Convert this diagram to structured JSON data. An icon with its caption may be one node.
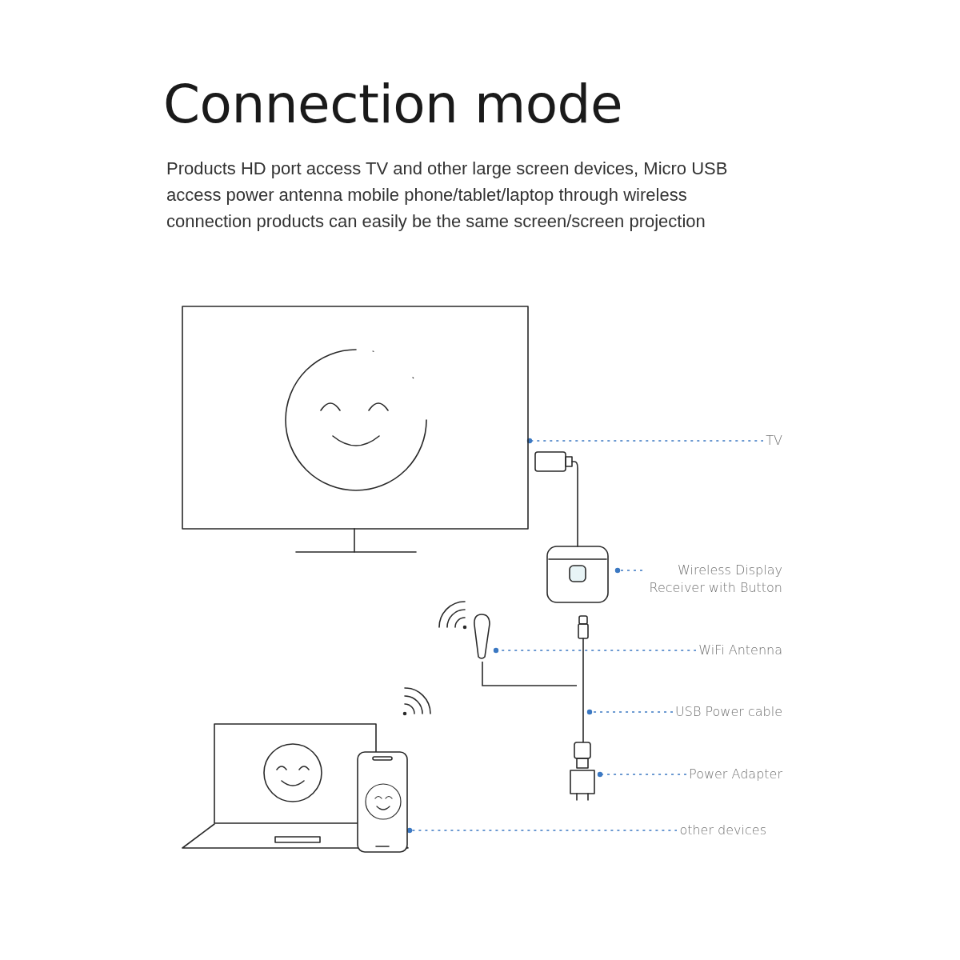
{
  "diagram": {
    "title": "Connection mode",
    "nodes": [
      {
        "text": [
          "TV"
        ]
      },
      {
        "text": [],
        "shape": "picture"
      },
      {
        "text": [
          "Wireless Display Receiver with Button"
        ]
      },
      {
        "text": [],
        "shape": "picture"
      },
      {
        "text": [
          "WiFi Antenna"
        ]
      },
      {
        "text": [],
        "shape": "picture"
      },
      {
        "text": [
          "USB Power cable"
        ]
      },
      {
        "text": [],
        "shape": "picture"
      },
      {
        "text": [
          "Power Adapter"
        ]
      },
      {
        "text": [],
        "shape": "picture"
      },
      {
        "text": [
          "other devices"
        ]
      },
      {
        "text": [],
        "shape": "picture"
      }
    ],
    "edges": [
      {
        "from": 0,
        "to": 1,
        "arrow": "other",
        "style": "dashed",
        "color": "#3b78c2"
      },
      {
        "from": 2,
        "to": 3,
        "arrow": "other",
        "style": "dashed",
        "color": "#3b78c2"
      },
      {
        "from": 4,
        "to": 5,
        "arrow": "other",
        "style": "dashed",
        "color": "#3b78c2"
      },
      {
        "from": 6,
        "to": 7,
        "arrow": "other",
        "style": "dashed",
        "color": "#3b78c2"
      },
      {
        "from": 8,
        "to": 9,
        "arrow": "other",
        "style": "dashed",
        "color": "#3b78c2"
      },
      {
        "from": 10,
        "to": 11,
        "arrow": "other",
        "style": "dashed",
        "color": "#3b78c2"
      },
      {
        "from": 5,
        "to": 7,
        "arrow": "none",
        "color": "#2a2a2a"
      }
    ],
    "labels": [
      "Products HD port access TV and other large screen devices, Micro USB access power antenna mobile phone/tablet/laptop through wireless connection products can easily be the same screen/screen projection"
    ]
  }
}
